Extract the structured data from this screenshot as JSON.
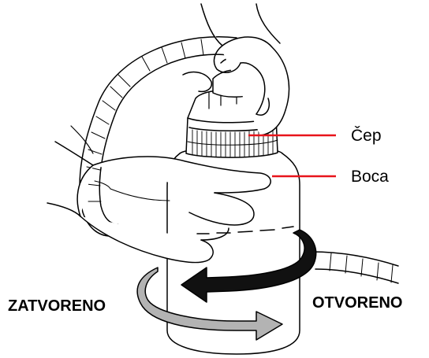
{
  "labels": {
    "cap": "Čep",
    "bottle": "Boca",
    "closed": "ZATVORENO",
    "open": "OTVORENO"
  },
  "colors": {
    "leader_line": "#e8141b",
    "arrow_open": "#111111",
    "arrow_closed": "#b3b3b3",
    "outline": "#000000"
  },
  "icons": {
    "arrow_open": "curved-arrow-left-icon",
    "arrow_closed": "curved-arrow-right-icon"
  }
}
